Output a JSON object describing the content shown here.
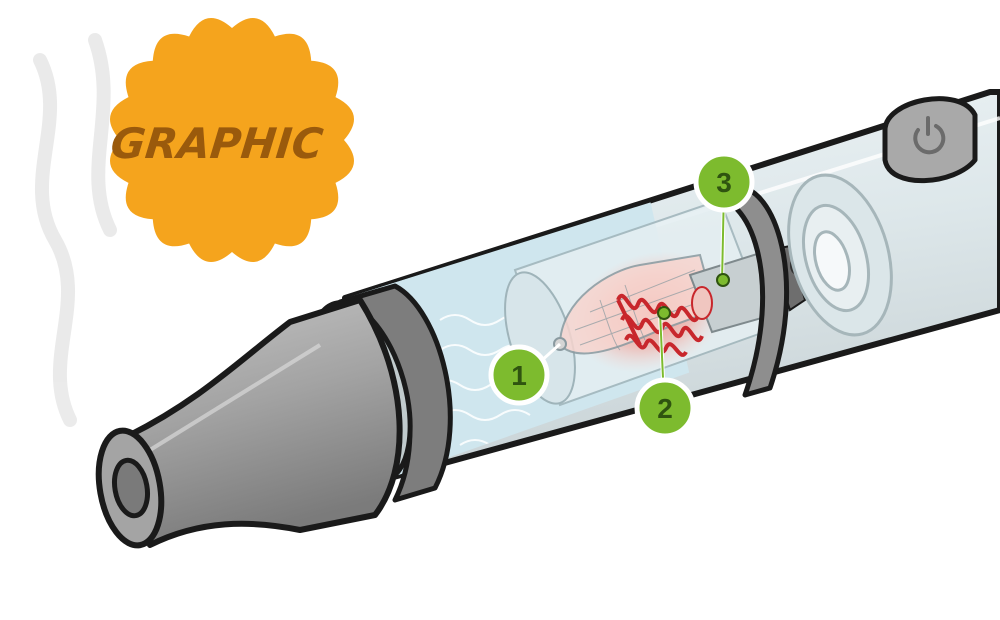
{
  "badge": {
    "label": "GRAPHIC",
    "color": "#f5a41d",
    "text_color": "#9a5a0c"
  },
  "callouts": [
    {
      "number": "1",
      "target": "wick"
    },
    {
      "number": "2",
      "target": "heating-coil"
    },
    {
      "number": "3",
      "target": "battery-connector"
    }
  ],
  "colors": {
    "callout_fill": "#7dbb2e",
    "callout_text": "#2f5410",
    "outline": "#1a1a1a",
    "tank_liquid": "#cfe6ee",
    "mouthpiece": "#9e9e9e",
    "coil": "#c8272c",
    "glow": "#f2a8a0"
  },
  "icons": [
    "power-button-icon"
  ]
}
